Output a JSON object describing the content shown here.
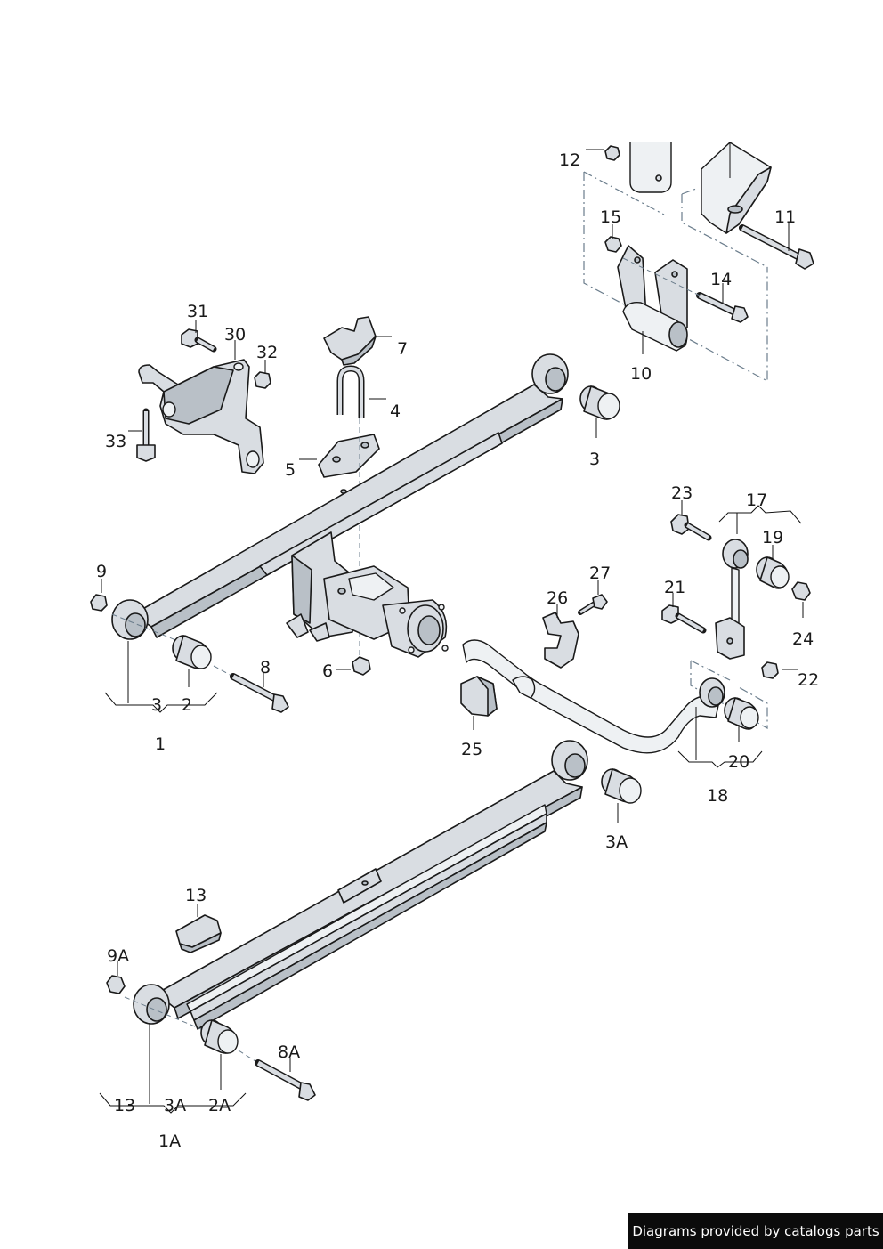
{
  "diagram": {
    "callouts": [
      "1",
      "2",
      "3",
      "4",
      "5",
      "6",
      "7",
      "8",
      "9",
      "10",
      "11",
      "12",
      "13",
      "14",
      "15",
      "17",
      "18",
      "19",
      "20",
      "21",
      "22",
      "23",
      "24",
      "25",
      "26",
      "27",
      "30",
      "31",
      "32",
      "33",
      "1A",
      "2A",
      "3A",
      "8A",
      "9A"
    ]
  },
  "labels": {
    "c12": "12",
    "c15": "15",
    "c11": "11",
    "c14": "14",
    "c10": "10",
    "c31": "31",
    "c30": "30",
    "c32": "32",
    "c7": "7",
    "c4": "4",
    "c33": "33",
    "c5": "5",
    "c3_top": "3",
    "c23": "23",
    "c17": "17",
    "c19": "19",
    "c9": "9",
    "c27": "27",
    "c26": "26",
    "c21": "21",
    "c24": "24",
    "c8": "8",
    "c6": "6",
    "c22": "22",
    "c3_left": "3",
    "c2": "2",
    "c1": "1",
    "c25": "25",
    "c20": "20",
    "c18": "18",
    "c3A_top": "3A",
    "c13_top": "13",
    "c9A": "9A",
    "c8A": "8A",
    "c13_bottom": "13",
    "c3A_bottom": "3A",
    "c2A": "2A",
    "c1A": "1A"
  },
  "footer": {
    "credit": "Diagrams provided by catalogs parts"
  }
}
